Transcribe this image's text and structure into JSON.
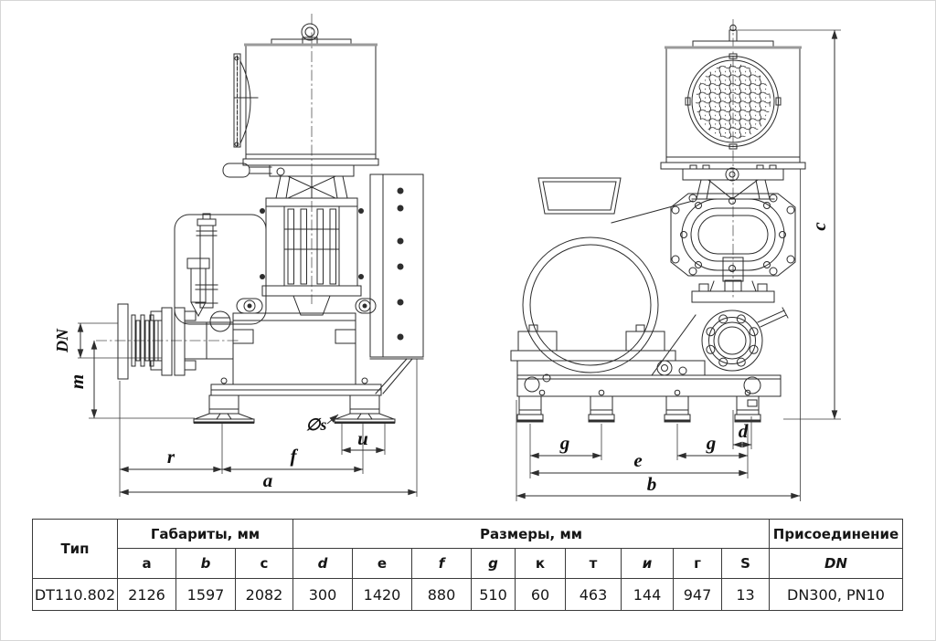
{
  "drawing": {
    "left_view_labels": {
      "dn": "DN",
      "m": "m",
      "r": "r",
      "f": "f",
      "u": "u",
      "a": "a",
      "diameter_s": "∅s"
    },
    "right_view_labels": {
      "c": "c",
      "g_left": "g",
      "g_right": "g",
      "d": "d",
      "e": "e",
      "b": "b"
    }
  },
  "table": {
    "type_header": "Тип",
    "group_headers": {
      "gabarity": "Габариты, мм",
      "razmery": "Размеры, мм",
      "prisoedinenie": "Присоединение"
    },
    "sub_headers": [
      "a",
      "b",
      "c",
      "d",
      "e",
      "f",
      "g",
      "к",
      "т",
      "и",
      "г",
      "S"
    ],
    "connection_sub_header": "DN",
    "row": {
      "type": "DT110.802",
      "values": [
        "2126",
        "1597",
        "2082",
        "300",
        "1420",
        "880",
        "510",
        "60",
        "463",
        "144",
        "947",
        "13"
      ],
      "connection": "DN300, PN10"
    }
  }
}
